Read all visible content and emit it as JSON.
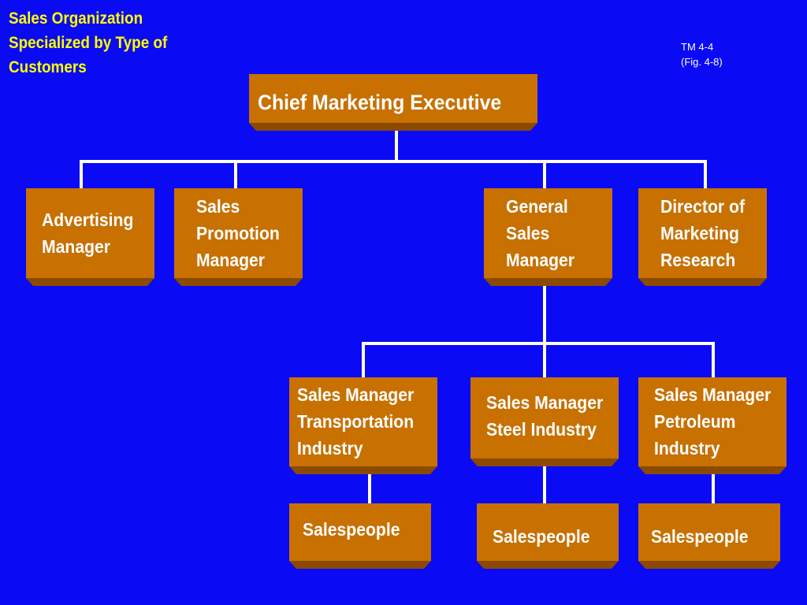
{
  "slide": {
    "title": "Sales Organization\nSpecialized by Type of\nCustomers",
    "ref": "TM 4-4\n(Fig. 4-8)"
  },
  "nodes": {
    "cme": "Chief Marketing Executive",
    "advertising": "Advertising\nManager",
    "sales_promotion": "Sales\nPromotion\nManager",
    "general_sales": "General\nSales\nManager",
    "marketing_research": "Director of\nMarketing\nResearch",
    "sm_transportation": "Sales Manager\nTransportation\nIndustry",
    "sm_steel": "Sales Manager\nSteel Industry",
    "sm_petroleum": "Sales Manager\nPetroleum\nIndustry",
    "salespeople_1": "Salespeople",
    "salespeople_2": "Salespeople",
    "salespeople_3": "Salespeople"
  },
  "colors": {
    "background": "#0A0AF5",
    "box": "#C87000",
    "box_shadow": "#8C4A00",
    "title": "#FFFF00",
    "text": "#FFFFFF",
    "connector": "#FFFFFF"
  }
}
